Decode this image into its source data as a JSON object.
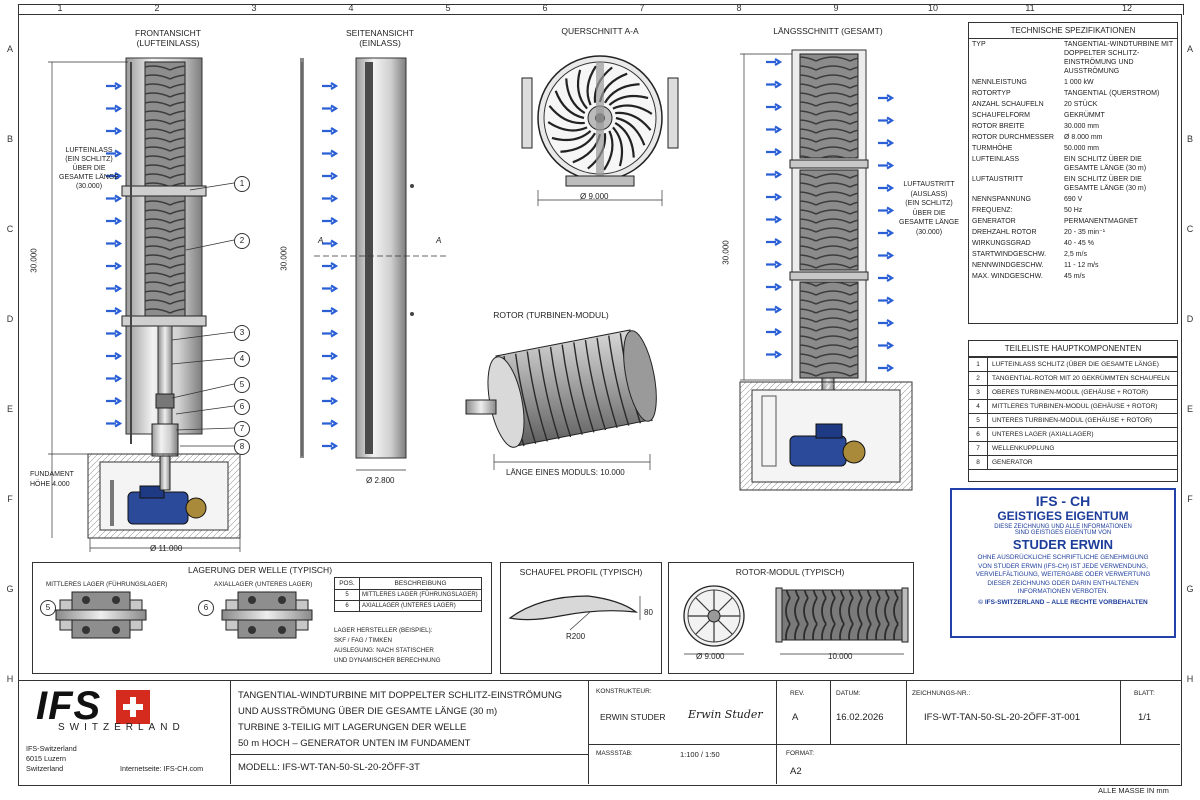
{
  "grid": {
    "columns": [
      "1",
      "2",
      "3",
      "4",
      "5",
      "6",
      "7",
      "8",
      "9",
      "10",
      "11",
      "12"
    ],
    "rows": [
      "A",
      "B",
      "C",
      "D",
      "E",
      "F",
      "G",
      "H"
    ]
  },
  "views": {
    "front": {
      "title_line1": "FRONTANSICHT",
      "title_line2": "(LUFTEINLASS)"
    },
    "side": {
      "title_line1": "SEITENANSICHT",
      "title_line2": "(EINLASS)"
    },
    "section_aa": {
      "title": "QUERSCHNITT A-A",
      "dim_diameter": "Ø 9.000"
    },
    "long_section": {
      "title": "LÄNGSSCHNITT (GESAMT)"
    },
    "rotor": {
      "title": "ROTOR (TURBINEN-MODUL)",
      "dim_length": "LÄNGE EINES MODULS: 10.000"
    }
  },
  "labels": {
    "air_inlet": [
      "LUFTEINLASS",
      "(EIN SCHLITZ)",
      "ÜBER DIE",
      "GESAMTE LÄNGE",
      "(30.000)"
    ],
    "air_outlet": [
      "LUFTAUSTRITT",
      "(AUSLASS)",
      "(EIN SCHLITZ)",
      "ÜBER DIE",
      "GESAMTE LÄNGE",
      "(30.000)"
    ],
    "foundation": [
      "FUNDAMENT",
      "HÖHE 4.000"
    ],
    "dim_height": "30.000",
    "dim_front_diameter": "Ø 11.000",
    "dim_side_diameter": "Ø 2.800",
    "section_mark": "A",
    "callouts": [
      "1",
      "2",
      "3",
      "4",
      "5",
      "6",
      "7",
      "8"
    ]
  },
  "specs": {
    "title": "TECHNISCHE SPEZIFIKATIONEN",
    "rows": [
      {
        "k": "TYP",
        "v": "TANGENTIAL-WINDTURBINE MIT DOPPELTER SCHLITZ-EINSTRÖMUNG UND AUSSTRÖMUNG"
      },
      {
        "k": "NENNLEISTUNG",
        "v": "1 000 kW"
      },
      {
        "k": "ROTORTYP",
        "v": "TANGENTIAL (QUERSTROM)"
      },
      {
        "k": "ANZAHL SCHAUFELN",
        "v": "20 STÜCK"
      },
      {
        "k": "SCHAUFELFORM",
        "v": "GEKRÜMMT"
      },
      {
        "k": "ROTOR BREITE",
        "v": "30.000 mm"
      },
      {
        "k": "ROTOR DURCHMESSER",
        "v": "Ø 8.000 mm"
      },
      {
        "k": "TURMHÖHE",
        "v": "50.000 mm"
      },
      {
        "k": "LUFTEINLASS",
        "v": "EIN SCHLITZ ÜBER DIE GESAMTE LÄNGE (30 m)"
      },
      {
        "k": "LUFTAUSTRITT",
        "v": "EIN SCHLITZ ÜBER DIE GESAMTE LÄNGE (30 m)"
      },
      {
        "k": "NENNSPANNUNG",
        "v": "690 V"
      },
      {
        "k": "FREQUENZ:",
        "v": "50 Hz"
      },
      {
        "k": "GENERATOR",
        "v": "PERMANENTMAGNET"
      },
      {
        "k": "DREHZAHL ROTOR",
        "v": "20 - 35 min⁻¹"
      },
      {
        "k": "WIRKUNGSGRAD",
        "v": "40 - 45 %"
      },
      {
        "k": "STARTWINDGESCHW.",
        "v": "2,5 m/s"
      },
      {
        "k": "NENNWINDGESCHW.",
        "v": "11 - 12 m/s"
      },
      {
        "k": "MAX. WINDGESCHW.",
        "v": "45 m/s"
      }
    ]
  },
  "parts": {
    "title": "TEILELISTE HAUPTKOMPONENTEN",
    "rows": [
      {
        "n": "1",
        "d": "LUFTEINLASS SCHLITZ (ÜBER DIE GESAMTE LÄNGE)"
      },
      {
        "n": "2",
        "d": "TANGENTIAL-ROTOR MIT 20 GEKRÜMMTEN SCHAUFELN"
      },
      {
        "n": "3",
        "d": "OBERES TURBINEN-MODUL (GEHÄUSE + ROTOR)"
      },
      {
        "n": "4",
        "d": "MITTLERES TURBINEN-MODUL (GEHÄUSE + ROTOR)"
      },
      {
        "n": "5",
        "d": "UNTERES TURBINEN-MODUL (GEHÄUSE + ROTOR)"
      },
      {
        "n": "6",
        "d": "UNTERES LAGER (AXIALLAGER)"
      },
      {
        "n": "7",
        "d": "WELLENKUPPLUNG"
      },
      {
        "n": "8",
        "d": "GENERATOR"
      }
    ]
  },
  "ip": {
    "l1": "IFS - CH",
    "l2": "GEISTIGES EIGENTUM",
    "l3": "DIESE ZEICHNUNG UND ALLE INFORMATIONEN",
    "l4": "SIND GEISTIGES EIGENTUM VON",
    "l5": "STUDER ERWIN",
    "l6": "OHNE AUSDRÜCKLICHE SCHRIFTLICHE GENEHMIGUNG",
    "l7": "VON STUDER ERWIN (IFS-CH) IST JEDE VERWENDUNG,",
    "l8": "VERVIELFÄLTIGUNG, WEITERGABE ODER VERWERTUNG",
    "l9": "DIESER ZEICHNUNG ODER DARIN ENTHALTENEN",
    "l10": "INFORMATIONEN VERBOTEN.",
    "l11": "© IFS-SWITZERLAND – ALLE RECHTE VORBEHALTEN"
  },
  "bearing": {
    "title": "LAGERUNG DER WELLE (TYPISCH)",
    "mid_label": "MITTLERES LAGER (FÜHRUNGSLAGER)",
    "axial_label": "AXIALLAGER (UNTERES LAGER)",
    "callout5": "5",
    "callout6": "6",
    "table_head": {
      "pos": "POS.",
      "desc": "BESCHREIBUNG"
    },
    "table_rows": [
      {
        "pos": "5",
        "desc": "MITTLERES LAGER (FÜHRUNGSLAGER)"
      },
      {
        "pos": "6",
        "desc": "AXIALLAGER (UNTERES LAGER)"
      }
    ],
    "notes": [
      "LAGER HERSTELLER (BEISPIEL):",
      "SKF / FAG / TIMKEN",
      "AUSLEGUNG: NACH STATISCHER",
      "UND DYNAMISCHER BERECHNUNG"
    ]
  },
  "blade": {
    "title": "SCHAUFEL PROFIL (TYPISCH)",
    "dim_h": "80",
    "radius": "R200"
  },
  "rotor_module": {
    "title": "ROTOR-MODUL (TYPISCH)",
    "dim_d": "Ø 9.000",
    "dim_l": "10.000"
  },
  "titleblock": {
    "logo_text": "IFS",
    "logo_sub": "SWITZERLAND",
    "company": [
      "IFS-Switzerland",
      "6015 Luzern",
      "Switzerland"
    ],
    "website": "Internetseite: IFS-CH.com",
    "desc": [
      "TANGENTIAL-WINDTURBINE MIT DOPPELTER SCHLITZ-EINSTRÖMUNG",
      "UND AUSSTRÖMUNG ÜBER DIE GESAMTE LÄNGE (30 m)",
      "TURBINE 3-TEILIG MIT LAGERUNGEN DER WELLE",
      "50 m HOCH – GENERATOR UNTEN IM FUNDAMENT"
    ],
    "model": "MODELL: IFS-WT-TAN-50-SL-20-2ÖFF-3T",
    "designer_label": "KONSTRUKTEUR:",
    "designer": "ERWIN STUDER",
    "signature": "Erwin Studer",
    "rev_label": "REV.",
    "rev": "A",
    "date_label": "DATUM:",
    "date": "16.02.2026",
    "drawno_label": "ZEICHNUNGS-NR.:",
    "drawno": "IFS-WT-TAN-50-SL-20-2ÖFF-3T-001",
    "sheet_label": "BLATT:",
    "sheet": "1/1",
    "scale_label": "MASSSTAB:",
    "scale": "1:100 / 1:50",
    "format_label": "FORMAT:",
    "format": "A2",
    "units": "ALLE MASSE IN mm"
  }
}
